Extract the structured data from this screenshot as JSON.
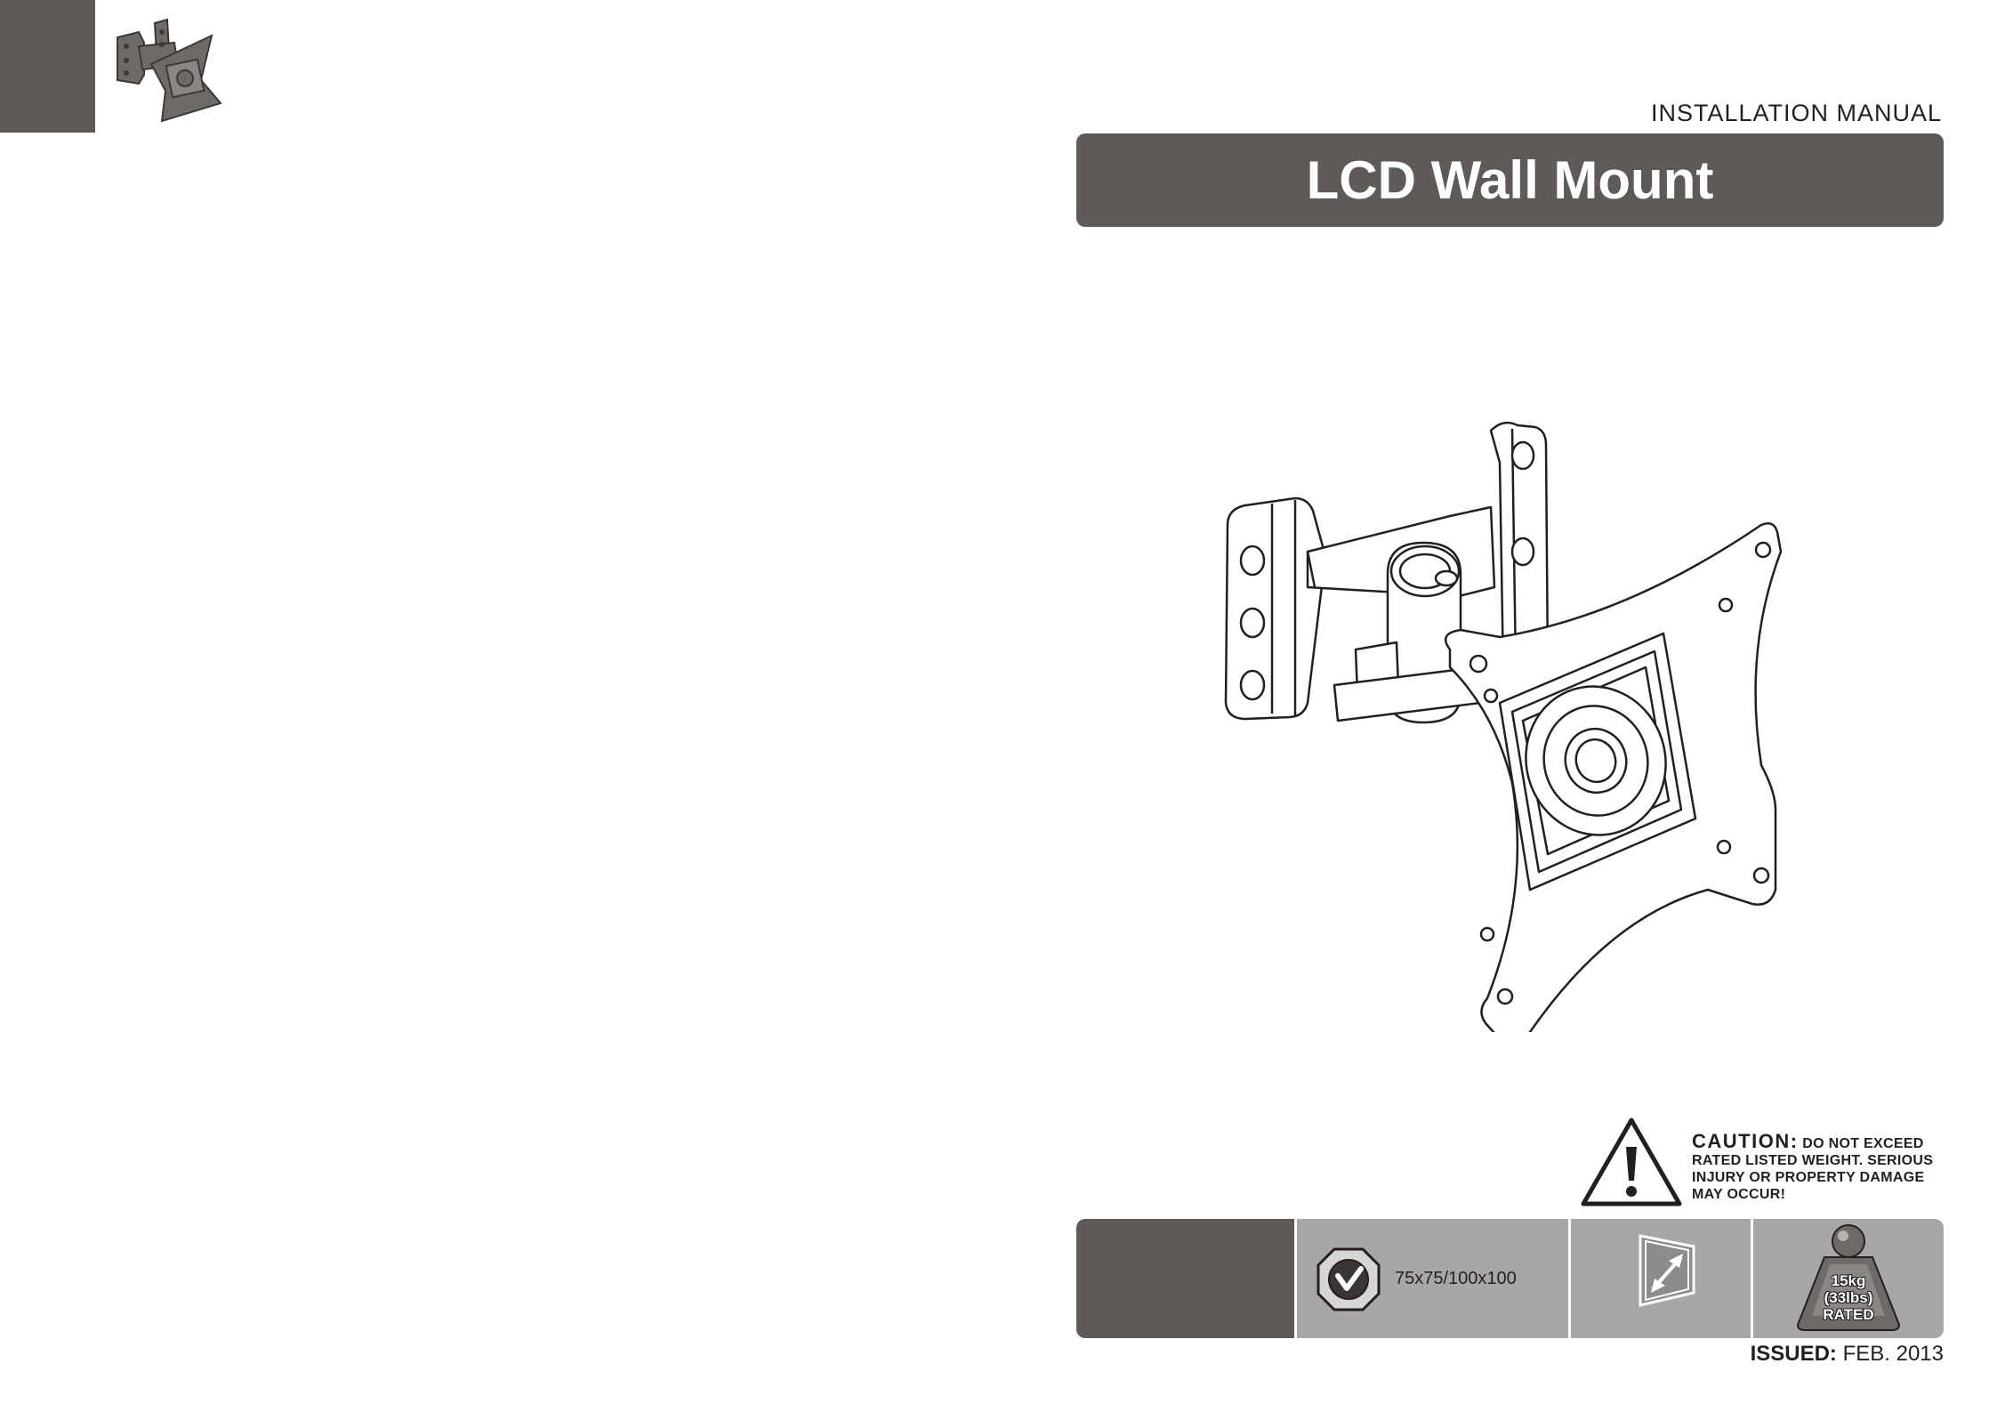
{
  "header": {
    "manual_label": "INSTALLATION MANUAL",
    "title": "LCD Wall Mount"
  },
  "caution": {
    "lead": "CAUTION:",
    "text": "DO NOT EXCEED RATED LISTED WEIGHT. SERIOUS INJURY OR PROPERTY DAMAGE MAY OCCUR!"
  },
  "specs": {
    "vesa": "75x75/100x100",
    "weight_kg": "15kg",
    "weight_lbs": "(33lbs)",
    "weight_rated": "RATED"
  },
  "footer": {
    "issued_label": "ISSUED:",
    "issued_date": "FEB. 2013"
  },
  "colors": {
    "dark_panel": "#5f5a58",
    "spec_panel": "#a8a6a6",
    "ink": "#231f20"
  },
  "icons": [
    "mount-thumbnail-icon",
    "warning-triangle-icon",
    "vesa-badge-icon",
    "tilt-arrow-icon",
    "weight-icon"
  ]
}
